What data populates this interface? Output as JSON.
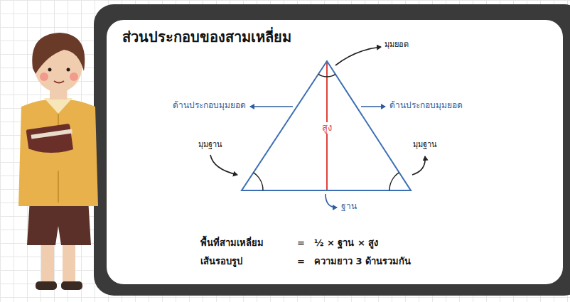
{
  "diagram": {
    "title": "ส่วนประกอบของสามเหลี่ยม",
    "labels": [
      "มุมยอด",
      "ด้านประกอบมุมยอด",
      "ด้านประกอบมุมยอด",
      "สูง",
      "มุมฐาน",
      "มุมฐาน",
      "ฐาน",
      "พื้นที่สามเหลี่ยม",
      "=",
      "½ × ฐาน × สูง",
      "เส้นรอบรูป",
      "=",
      "ความยาว 3 ด้านรวมกัน"
    ]
  }
}
